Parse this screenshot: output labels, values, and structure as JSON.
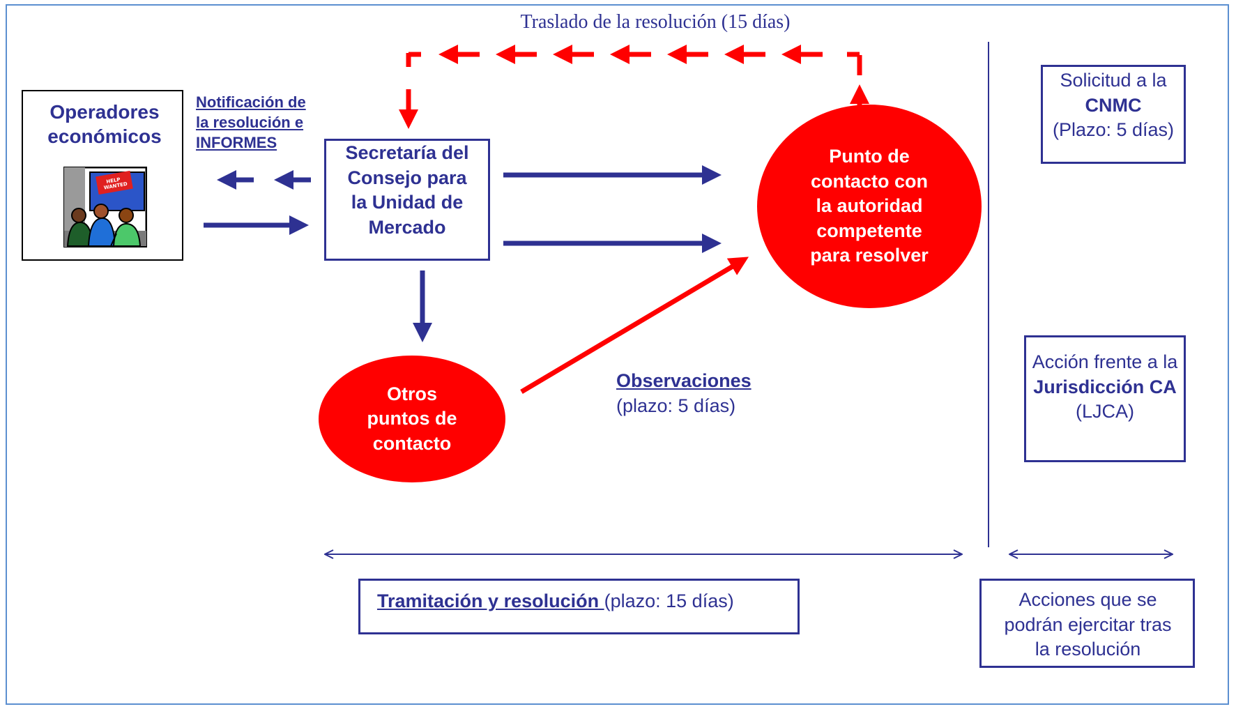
{
  "top_label": "Traslado de la resolución (15 días)",
  "operators": {
    "title": "Operadores económicos",
    "sign_text": "HELP WANTED"
  },
  "notification": "Notificación de la resolución e INFORMES",
  "secretaria": "Secretaría del Consejo para la Unidad de Mercado",
  "punto_contacto": "Punto de contacto con la autoridad competente para resolver",
  "otros_puntos": "Otros puntos de contacto",
  "observaciones": {
    "title": "Observaciones",
    "plazo": "(plazo: 5 días)"
  },
  "solicitud": {
    "pre": "Solicitud a la ",
    "bold": "CNMC",
    "post": "(Plazo: 5 días)"
  },
  "accion": {
    "pre": "Acción frente a la ",
    "bold": "Jurisdicción CA",
    "post": " (LJCA)"
  },
  "tramitacion": {
    "title": "Tramitación y resolución ",
    "plazo": "(plazo: 15 días)"
  },
  "acciones": "Acciones que se podrán ejercitar tras la resolución",
  "colors": {
    "navy": "#2e3192",
    "red": "#ff0000",
    "frame": "#5b8fd0"
  }
}
